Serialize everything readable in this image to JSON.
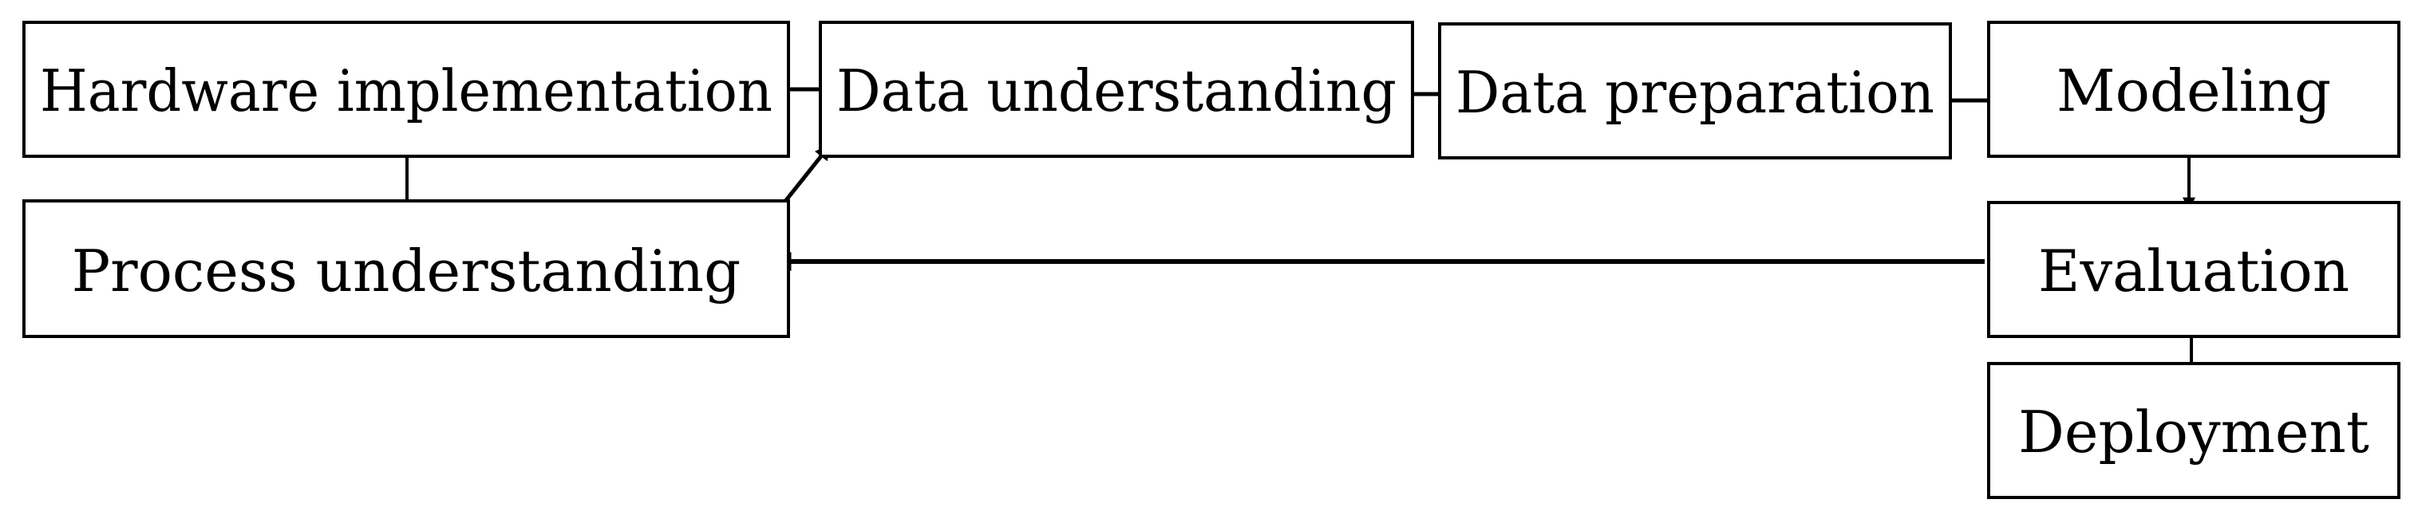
{
  "diagram": {
    "nodes": {
      "hardware": "Hardware implementation",
      "data_understanding": "Data understanding",
      "data_preparation": "Data preparation",
      "modeling": "Modeling",
      "process": "Process understanding",
      "evaluation": "Evaluation",
      "deployment": "Deployment"
    },
    "edges": [
      {
        "from": "hardware",
        "to": "data_understanding",
        "direction": "forward"
      },
      {
        "from": "data_understanding",
        "to": "data_preparation",
        "direction": "both"
      },
      {
        "from": "data_preparation",
        "to": "modeling",
        "direction": "both"
      },
      {
        "from": "modeling",
        "to": "evaluation",
        "direction": "forward"
      },
      {
        "from": "evaluation",
        "to": "deployment",
        "direction": "forward"
      },
      {
        "from": "evaluation",
        "to": "process",
        "direction": "forward"
      },
      {
        "from": "process",
        "to": "hardware",
        "direction": "forward"
      },
      {
        "from": "process",
        "to": "data_understanding",
        "direction": "both"
      }
    ]
  }
}
